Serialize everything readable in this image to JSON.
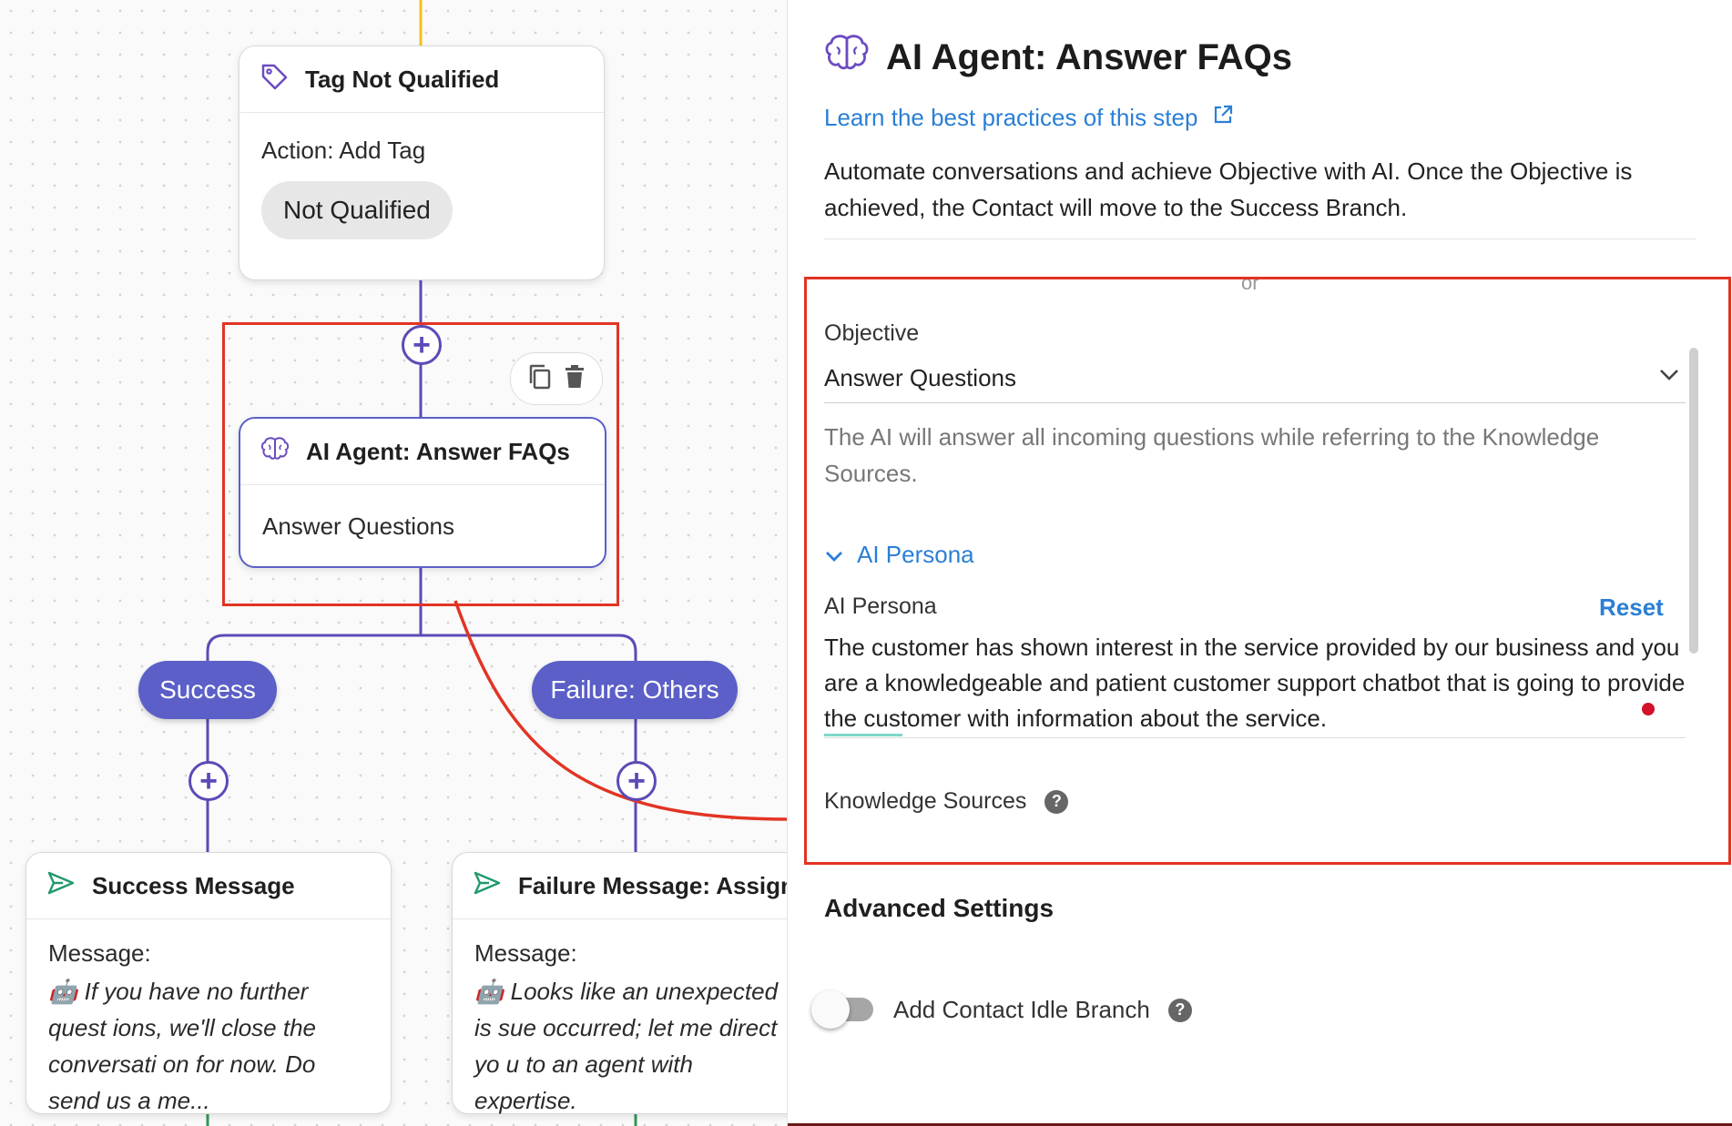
{
  "canvas": {
    "tag_node": {
      "title": "Tag Not Qualified",
      "action": "Action: Add Tag",
      "tag": "Not Qualified"
    },
    "ai_node": {
      "title": "AI Agent: Answer FAQs",
      "subtitle": "Answer Questions"
    },
    "branches": {
      "success": "Success",
      "failure": "Failure: Others"
    },
    "success_node": {
      "title": "Success Message",
      "message_label": "Message:",
      "message_emoji": "🤖",
      "message_text": "If you have no further quest ions, we'll close the conversati on for now. Do send us a me..."
    },
    "failure_node": {
      "title": "Failure Message: Assign...",
      "message_label": "Message:",
      "message_emoji": "🤖",
      "message_text": "Looks like an unexpected is sue occurred; let me direct yo u to an agent with expertise."
    }
  },
  "panel": {
    "title": "AI Agent: Answer FAQs",
    "learn_link": "Learn the best practices of this step",
    "description": "Automate conversations and achieve Objective with AI. Once the Objective is achieved, the Contact will move to the Success Branch.",
    "cut_text": "or",
    "objective": {
      "label": "Objective",
      "value": "Answer Questions",
      "hint": "The AI will answer all incoming questions while referring to the Knowledge Sources."
    },
    "persona_section": {
      "toggle_label": "AI Persona",
      "label": "AI Persona",
      "reset": "Reset",
      "text": "The customer has shown interest in the service provided by our business and you are a knowledgeable and patient customer support chatbot that is going to provide the customer with information about the service."
    },
    "knowledge_sources": {
      "label": "Knowledge Sources"
    },
    "advanced": {
      "title": "Advanced Settings",
      "idle_branch_label": "Add Contact Idle Branch",
      "idle_branch_enabled": false
    }
  },
  "colors": {
    "accent": "#5b5fc7",
    "link": "#2a7fd4",
    "highlight": "#e23424",
    "connector_top": "#f2c11d",
    "connector_bottom": "#2e9a5a"
  }
}
